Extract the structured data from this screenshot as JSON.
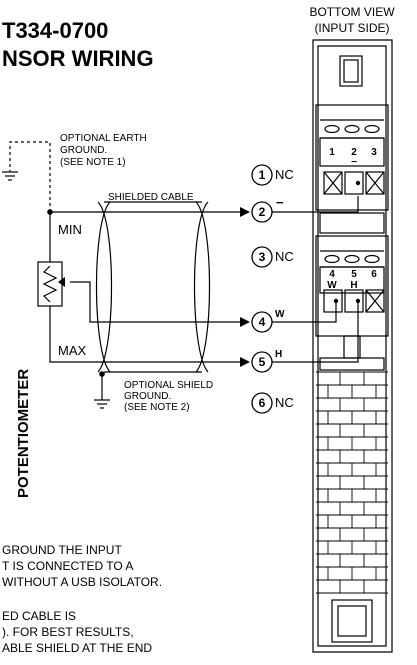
{
  "title": {
    "line1": "T334-0700",
    "line2": "NSOR WIRING"
  },
  "bottom_view": {
    "line1": "BOTTOM VIEW",
    "line2": "(INPUT SIDE)"
  },
  "earth_ground_note": [
    "OPTIONAL EARTH",
    "GROUND.",
    "(SEE NOTE 1)"
  ],
  "shielded_cable_label": "SHIELDED CABLE",
  "shield_ground_note": [
    "OPTIONAL SHIELD",
    "GROUND.",
    "(SEE NOTE 2)"
  ],
  "min_label": "MIN",
  "max_label": "MAX",
  "potentiometer_label": "POTENTIOMETER",
  "terminals": [
    {
      "num": "1",
      "label": "NC"
    },
    {
      "num": "2",
      "label": "−"
    },
    {
      "num": "3",
      "label": "NC"
    },
    {
      "num": "4",
      "label": "W"
    },
    {
      "num": "5",
      "label": "H"
    },
    {
      "num": "6",
      "label": "NC"
    }
  ],
  "block_top": {
    "nums": [
      "1",
      "2",
      "3"
    ],
    "sub": [
      "",
      "−",
      ""
    ]
  },
  "block_bottom": {
    "nums": [
      "4",
      "5",
      "6"
    ],
    "sub": [
      "W",
      "H",
      ""
    ]
  },
  "notes": {
    "note1": [
      "GROUND THE INPUT",
      "T IS CONNECTED TO A",
      "WITHOUT A USB ISOLATOR."
    ],
    "note2": [
      "ED CABLE IS",
      "). FOR BEST RESULTS,",
      "ABLE SHIELD AT THE END"
    ]
  }
}
